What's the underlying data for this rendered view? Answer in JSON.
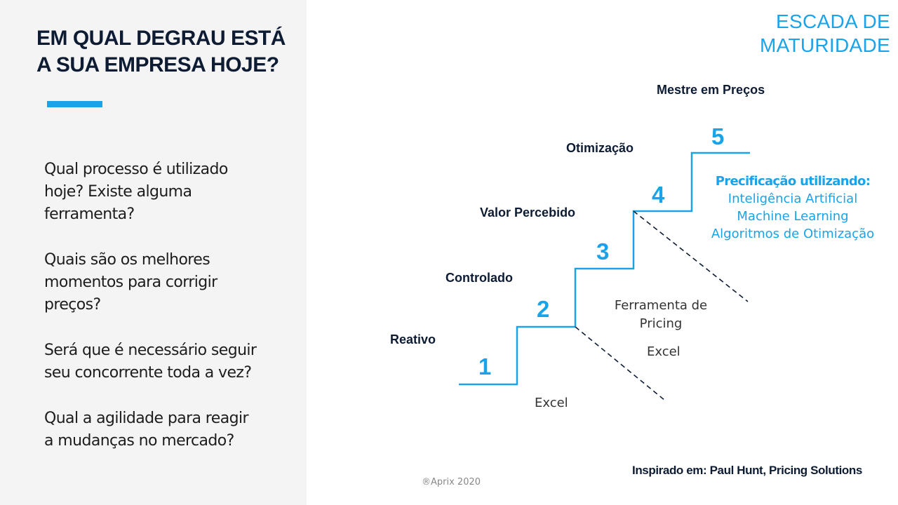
{
  "slide": {
    "heading_lines": [
      "EM QUAL DEGRAU ESTÁ",
      "A SUA EMPRESA HOJE?"
    ],
    "questions": [
      {
        "lines": [
          "Qual processo é utilizado",
          "hoje? Existe alguma",
          "ferramenta?"
        ]
      },
      {
        "lines": [
          "Quais são os melhores",
          "momentos para corrigir",
          "preços?"
        ]
      },
      {
        "lines": [
          "Será que é necessário seguir",
          "seu concorrente toda a vez?"
        ]
      },
      {
        "lines": [
          "Qual a agilidade para reagir",
          "a mudanças no mercado?"
        ]
      }
    ],
    "title_lines": [
      "ESCADA DE",
      "MATURIDADE"
    ],
    "footer_credit": "Inspirado em: Paul Hunt, Pricing Solutions",
    "copyright": "®Aprix 2020"
  },
  "diagram": {
    "steps": [
      {
        "number": "1",
        "label": "Reativo"
      },
      {
        "number": "2",
        "label": "Controlado"
      },
      {
        "number": "3",
        "label": "Valor Percebido"
      },
      {
        "number": "4",
        "label": "Otimização"
      },
      {
        "number": "5",
        "label": "Mestre em Preços"
      }
    ],
    "notes": {
      "excel_low": "Excel",
      "tool_lines": [
        "Ferramenta de",
        "Pricing"
      ],
      "excel_mid": "Excel"
    },
    "pricing": {
      "heading": "Precificação utilizando:",
      "lines": [
        "Inteligência Artificial",
        "Machine Learning",
        "Algoritmos de Otimização"
      ]
    },
    "colors": {
      "accent": "#1aa3e8",
      "dark": "#0d1c33"
    }
  }
}
